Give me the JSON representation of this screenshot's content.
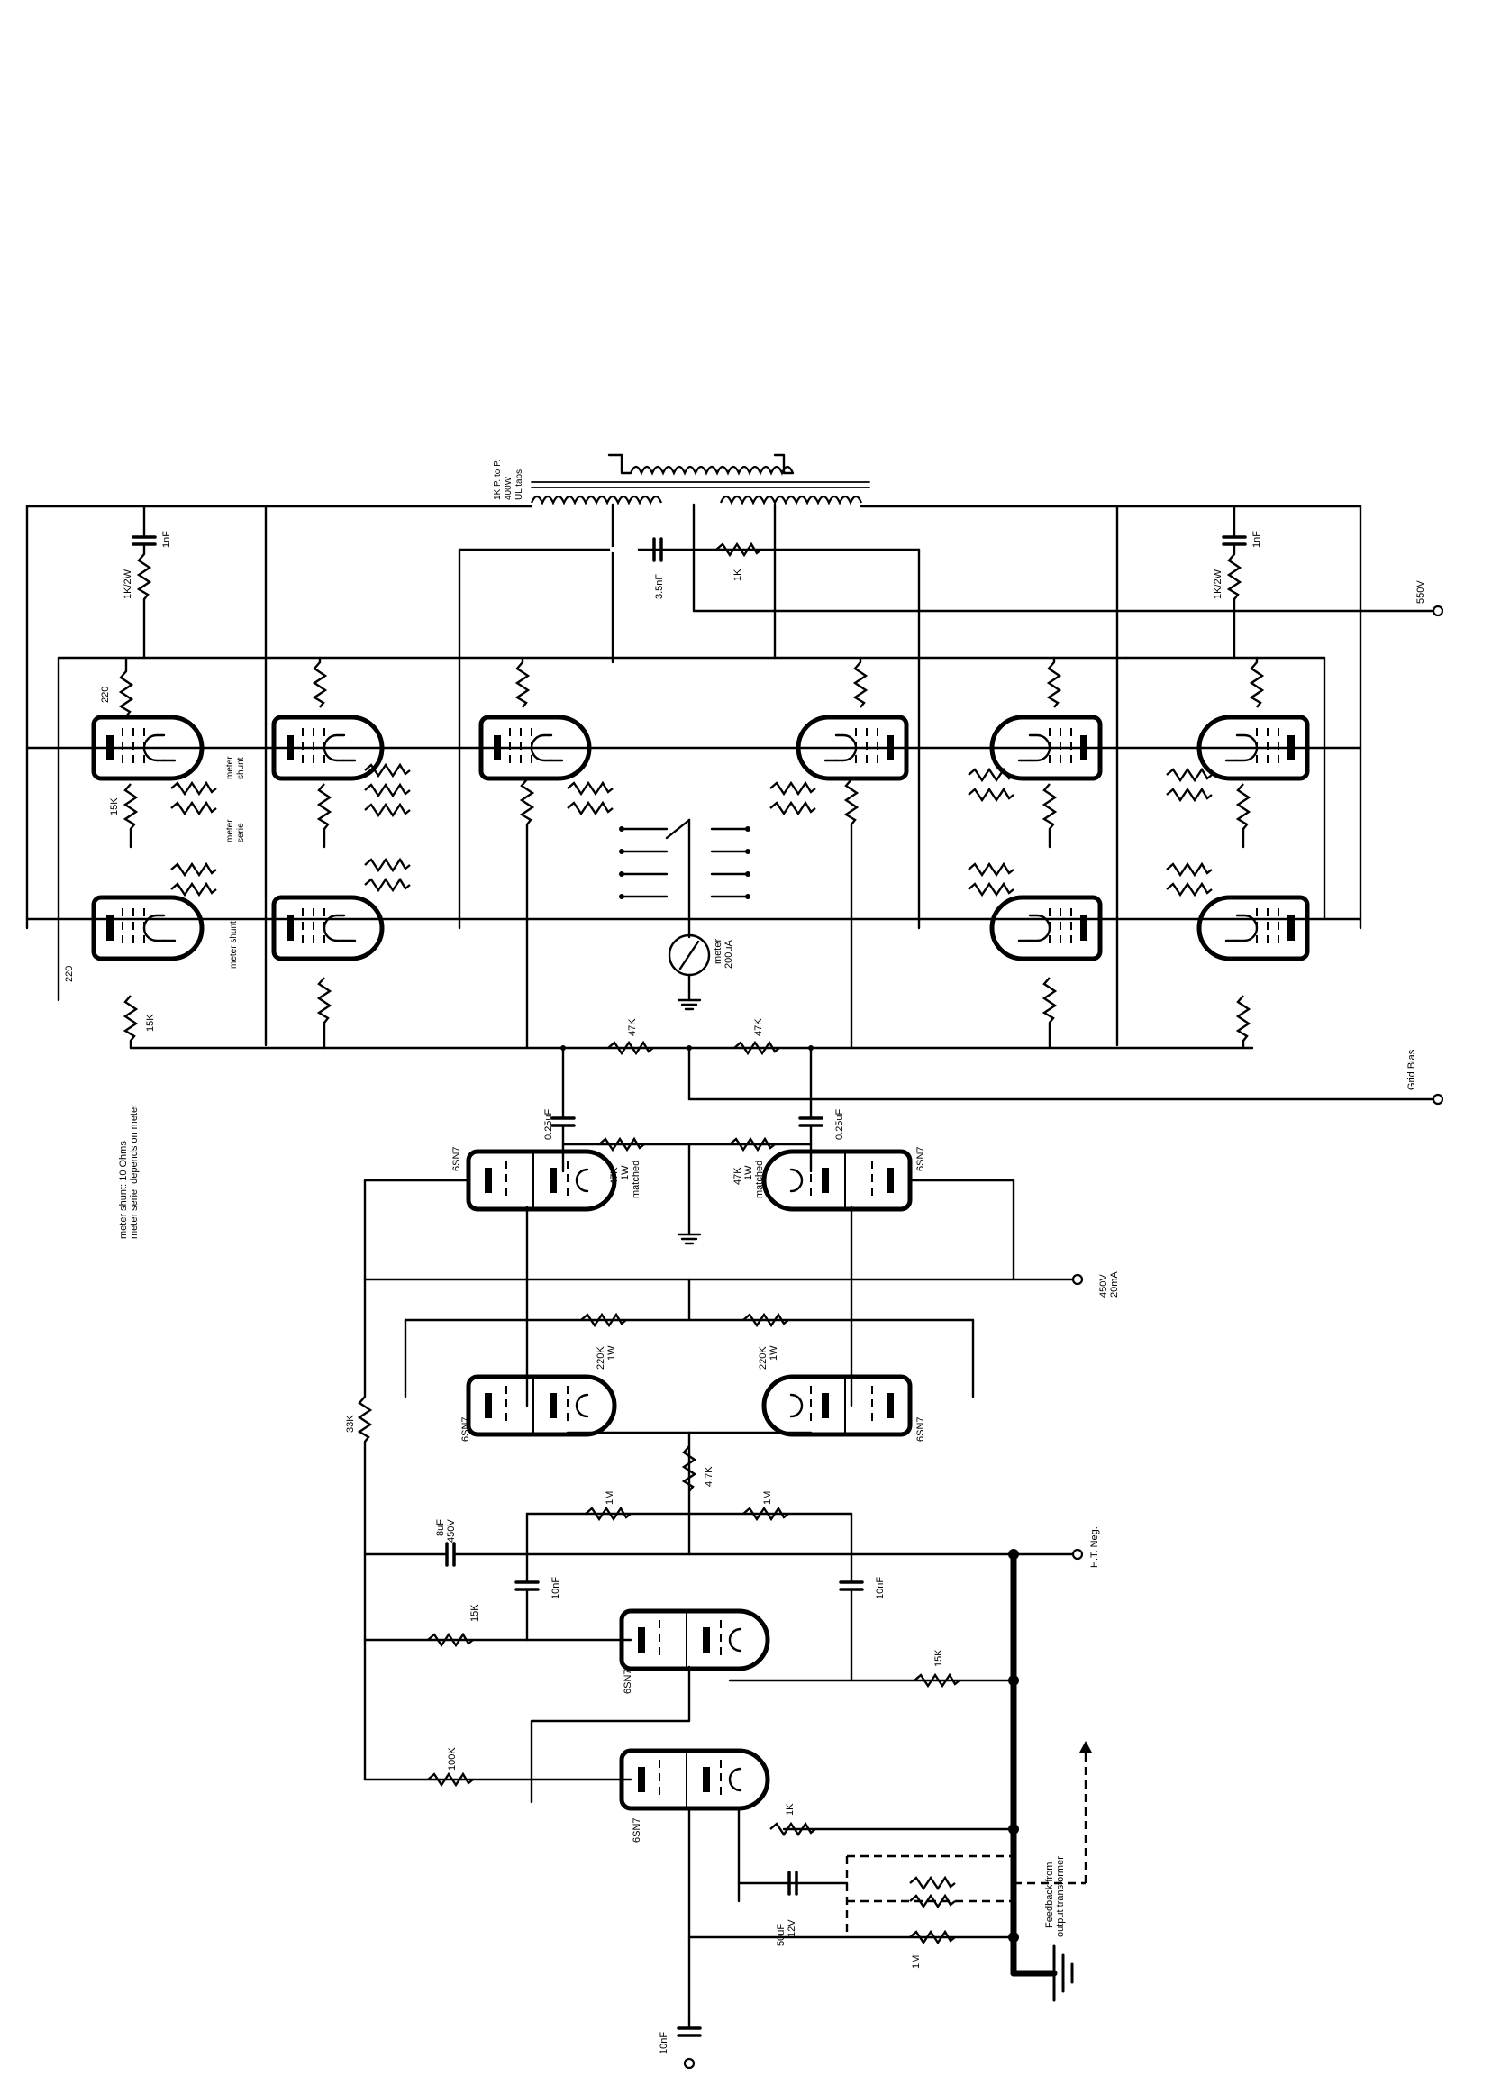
{
  "transformer": {
    "label_line1": "1K P. to P.",
    "label_line2": "400W",
    "label_line3": "UL taps"
  },
  "supply": {
    "b_plus": "550V",
    "grid_bias": "Grid Bias",
    "driver_supply_v": "450V",
    "driver_supply_i": "20mA",
    "ht_neg": "H.T. Neg."
  },
  "notes": {
    "line1": "meter shunt: 10 Ohms",
    "line2": "meter serie: depends on meter"
  },
  "meter": {
    "label": "meter",
    "value": "200uA"
  },
  "feedback": {
    "line1": "Feedback from",
    "line2": "output transformer"
  },
  "components": {
    "c_1nf_left": "1nF",
    "r_1k2w_left": "1K/2W",
    "c_1nf_right": "1nF",
    "r_1k2w_right": "1K/2W",
    "c_3n5": "3.5nF",
    "r_1k_top": "1K",
    "r_220_a": "220",
    "r_220_b": "220",
    "r_15k_a": "15K",
    "r_15k_b": "15K",
    "meter_shunt_1": "meter",
    "meter_shunt_1b": "shunt",
    "meter_serie_1": "meter",
    "meter_serie_1b": "serie",
    "meter_shunt_2": "meter shunt",
    "r_47k_bias_l": "47K",
    "r_47k_bias_r": "47K",
    "c_025_l": "0.25uF",
    "c_025_r": "0.25uF",
    "r_47k_l": "47K",
    "r_47k_l_w": "1W",
    "r_47k_l_m": "matched",
    "r_47k_r": "47K",
    "r_47k_r_w": "1W",
    "r_47k_r_m": "matched",
    "tube_6sn7_a": "6SN7",
    "tube_6sn7_b": "6SN7",
    "tube_6sn7_c": "6SN7",
    "tube_6sn7_d": "6SN7",
    "tube_6sn7_e": "6SN7",
    "tube_6sn7_f": "6SN7",
    "r_220k_l": "220K",
    "r_220k_l_w": "1W",
    "r_220k_r": "220K",
    "r_220k_r_w": "1W",
    "r_33k": "33K",
    "c_8uf": "8uF",
    "c_8uf_v": "450V",
    "r_1m_l": "1M",
    "r_1m_r": "1M",
    "r_4k7": "4.7K",
    "c_10nf_l": "10nF",
    "c_10nf_r": "10nF",
    "r_15k_in_l": "15K",
    "r_15k_in_r": "15K",
    "r_100k": "100K",
    "r_1k_cath": "1K",
    "c_50uf": "50uF",
    "c_50uf_v": "12V",
    "r_1m_bot": "1M",
    "c_10nf_in": "10nF"
  }
}
